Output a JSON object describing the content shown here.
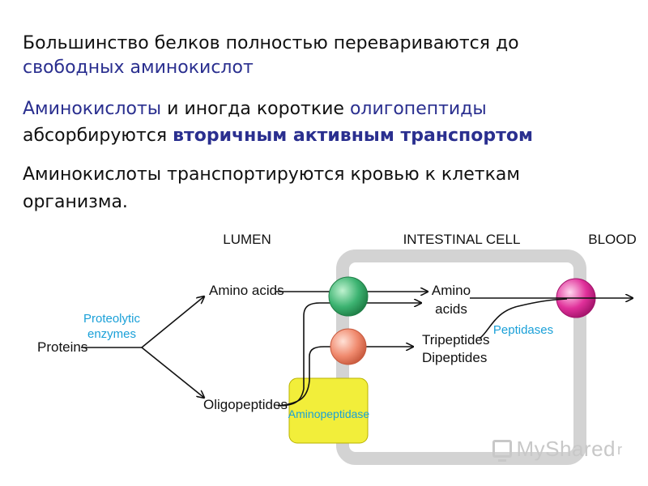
{
  "text": {
    "line1": "Большинство белков полностью перевариваются до",
    "line2": "свободных аминокислот",
    "line3_part1": "Аминокислоты",
    "line3_part2": " и иногда короткие ",
    "line3_part3": "олигопептиды",
    "line4_part1": "абсорбируются ",
    "line4_part2": "вторичным активным транспортом",
    "line5": "Аминокислоты транспортируются кровью к клеткам",
    "line6": "организма."
  },
  "diagram": {
    "headers": {
      "lumen": "LUMEN",
      "intestinal_cell": "INTESTINAL CELL",
      "blood": "BLOOD"
    },
    "labels": {
      "proteins": "Proteins",
      "proteolytic_line1": "Proteolytic",
      "proteolytic_line2": "enzymes",
      "amino_acids_lumen": "Amino acids",
      "oligopeptides": "Oligopeptides",
      "amino_cell_line1": "Amino",
      "amino_cell_line2": "acids",
      "tripeptides": "Tripeptides",
      "dipeptides": "Dipeptides",
      "peptidases": "Peptidases",
      "aminopeptidase": "Aminopeptidase"
    },
    "colors": {
      "cell_border": "#d3d3d3",
      "transporter_green": "#3cb371",
      "transporter_salmon": "#f08a6e",
      "transporter_pink": "#e0309a",
      "aminopeptidase_fill": "#f2ee3a",
      "enzyme_text": "#1aa0d8"
    }
  },
  "watermark": {
    "text": "MyShared",
    "suffix": "r"
  }
}
